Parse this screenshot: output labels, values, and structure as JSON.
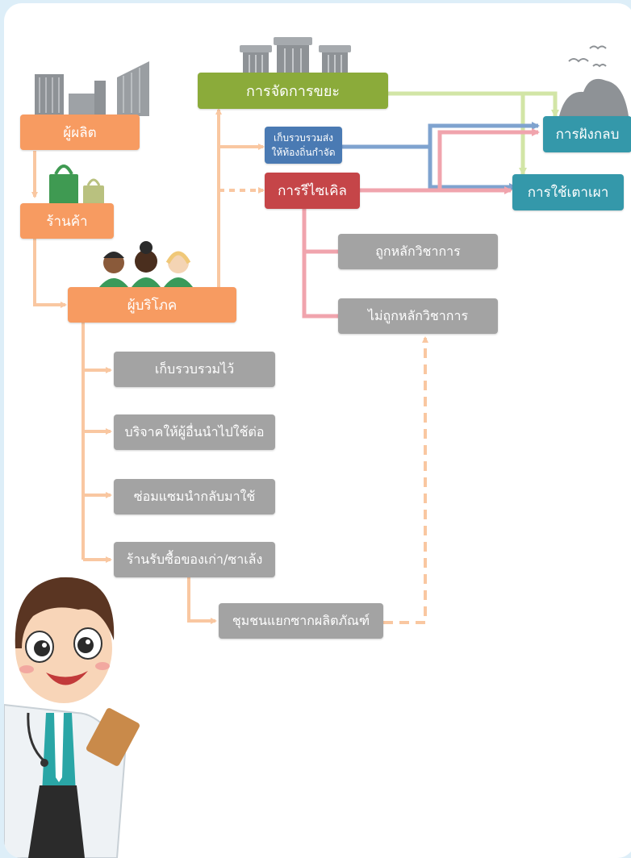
{
  "diagram": {
    "producer": "ผู้ผลิต",
    "store": "ร้านค้า",
    "consumer": "ผู้บริโภค",
    "waste_management": "การจัดการขยะ",
    "collect_to_local_line1": "เก็บรวบรวมส่ง",
    "collect_to_local_line2": "ให้ท้องถิ่นกำจัด",
    "recycling": "การรีไซเคิล",
    "landfill": "การฝังกลบ",
    "incineration": "การใช้เตาเผา",
    "correct_method": "ถูกหลักวิชาการ",
    "incorrect_method": "ไม่ถูกหลักวิชาการ",
    "keep_collected": "เก็บรวบรวมไว้",
    "donate": "บริจาคให้ผู้อื่นนำไปใช้ต่อ",
    "repair_reuse": "ซ่อมแซมนำกลับมาใช้",
    "junk_shop": "ร้านรับซื้อของเก่า/ซาเล้ง",
    "community_separation": "ชุมชนแยกซากผลิตภัณฑ์"
  },
  "colors": {
    "orange": "#f79b61",
    "green": "#8bab3a",
    "blue": "#4a7ab3",
    "red": "#c54548",
    "teal": "#3498aa",
    "grey": "#a3a3a3",
    "peach_line": "#f9c7a1",
    "pink_line": "#f0a4ad",
    "lightgreen_line": "#d2e5a6",
    "blue_line": "#7fa3cf"
  },
  "icons": [
    "factory-icon",
    "shopping-bags-icon",
    "people-icon",
    "trash-bins-icon",
    "landfill-mound-icon",
    "doctor-character-icon"
  ]
}
